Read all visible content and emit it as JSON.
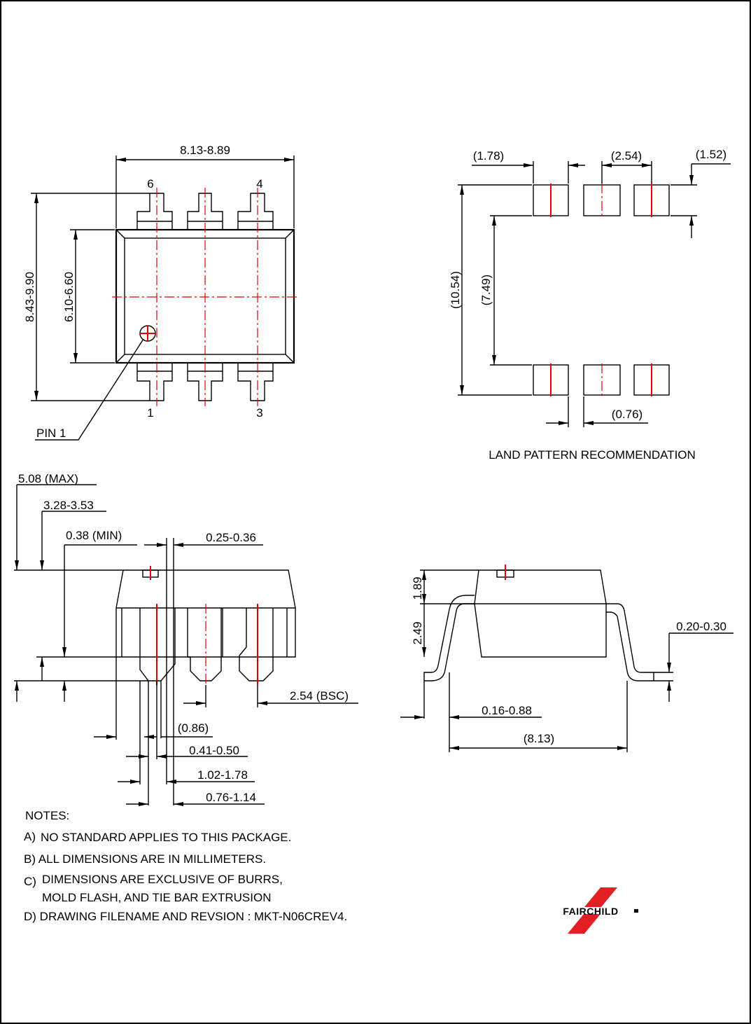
{
  "top_view": {
    "width_dim": "8.13-8.89",
    "height_dim": "8.43-9.90",
    "body_dim": "6.10-6.60",
    "pins_top": [
      "6",
      "4"
    ],
    "pins_bottom": [
      "1",
      "3"
    ],
    "pin1_label": "PIN 1"
  },
  "land_pattern": {
    "dim_a": "(1.78)",
    "dim_b": "(2.54)",
    "dim_c": "(1.52)",
    "dim_d": "(10.54)",
    "dim_e": "(7.49)",
    "dim_f": "(0.76)",
    "caption": "LAND PATTERN RECOMMENDATION"
  },
  "side_view": {
    "dims": {
      "max": "5.08 (MAX)",
      "body": "3.28-3.53",
      "standoff": "0.38 (MIN)",
      "lead_t": "0.25-0.36",
      "pitch": "2.54 (BSC)",
      "d086": "(0.86)",
      "d041": "0.41-0.50",
      "d102": "1.02-1.78",
      "d076": "0.76-1.14"
    }
  },
  "end_view": {
    "d189": "1.89",
    "d249": "2.49",
    "d020": "0.20-0.30",
    "d016": "0.16-0.88",
    "d813": "(8.13)"
  },
  "notes": {
    "title": "NOTES:",
    "a_tag": "A)",
    "a": "NO STANDARD APPLIES TO THIS PACKAGE.",
    "b": "B) ALL DIMENSIONS ARE IN MILLIMETERS.",
    "c_tag": "C)",
    "c1": "DIMENSIONS ARE EXCLUSIVE OF BURRS,",
    "c2": "MOLD FLASH, AND TIE BAR EXTRUSION",
    "d": "D) DRAWING FILENAME AND REVSION : MKT-N06CREV4."
  },
  "logo": {
    "text": "FAIRCHILD",
    "color": "#e31e24"
  }
}
